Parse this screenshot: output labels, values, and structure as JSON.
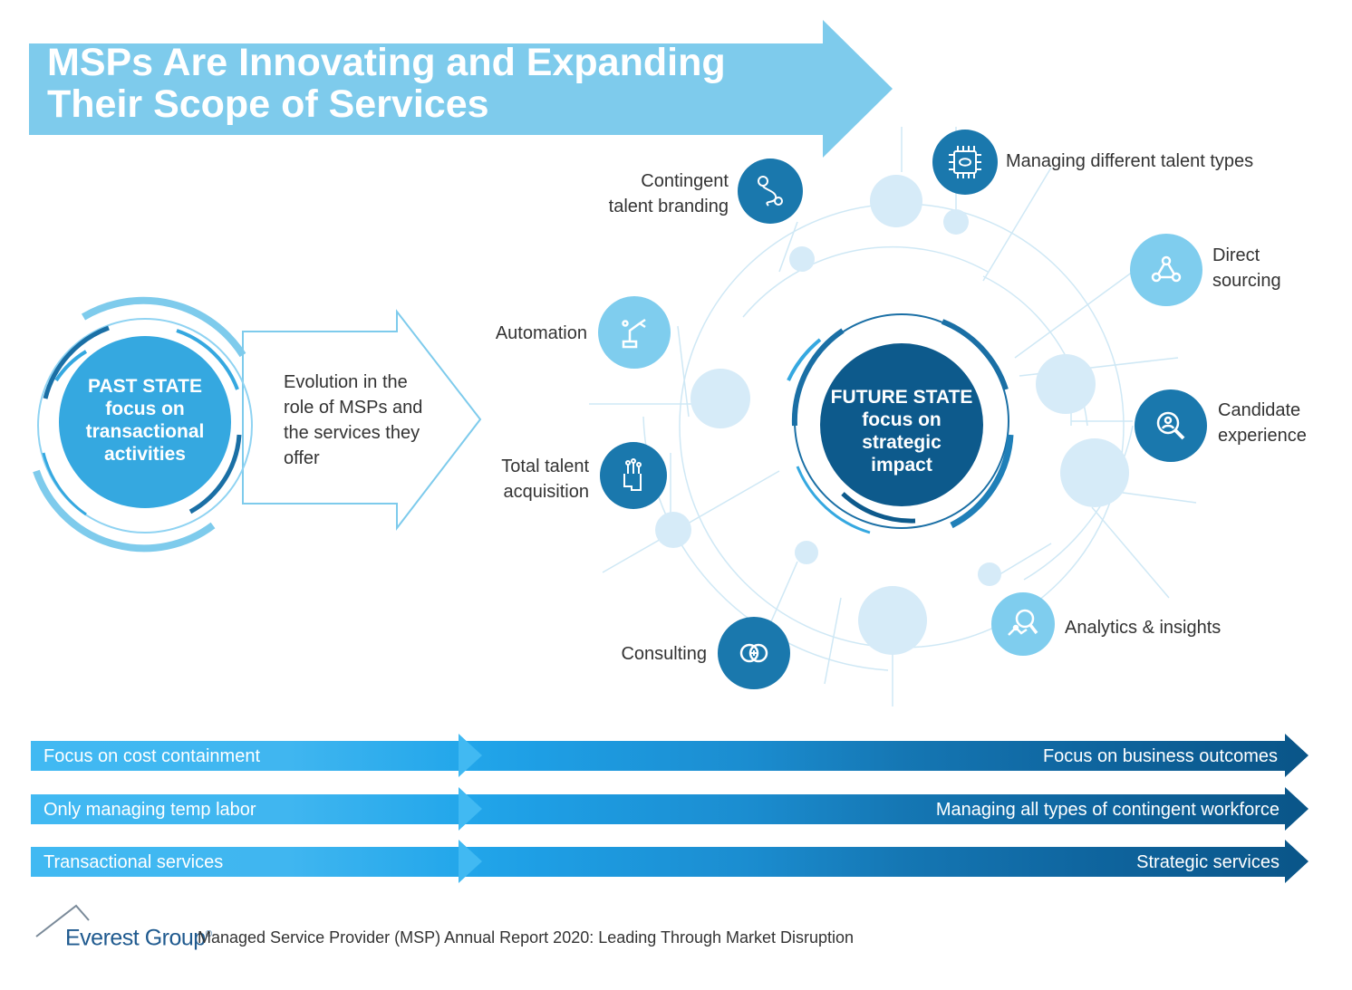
{
  "title": {
    "line1": "MSPs Are Innovating and Expanding",
    "line2": "Their Scope of Services"
  },
  "past_state": {
    "line1": "PAST STATE",
    "line2": "focus on",
    "line3": "transactional",
    "line4": "activities"
  },
  "evolution": {
    "line1": "Evolution in the",
    "line2": "role of MSPs and",
    "line3": "the services they",
    "line4": "offer"
  },
  "future_state": {
    "line1": "FUTURE STATE",
    "line2": "focus on",
    "line3": "strategic",
    "line4": "impact"
  },
  "services": [
    {
      "line1": "Contingent",
      "line2": "talent branding",
      "icon": "route-pin-icon"
    },
    {
      "line1": "Automation",
      "line2": "",
      "icon": "robot-arm-icon"
    },
    {
      "line1": "Total talent",
      "line2": "acquisition",
      "icon": "head-circuit-icon"
    },
    {
      "line1": "Consulting",
      "line2": "",
      "icon": "consulting-icon"
    },
    {
      "line1": "Managing different talent types",
      "line2": "",
      "icon": "brain-chip-icon"
    },
    {
      "line1": "Direct",
      "line2": "sourcing",
      "icon": "network-icon"
    },
    {
      "line1": "Candidate",
      "line2": "experience",
      "icon": "search-person-icon"
    },
    {
      "line1": "Analytics & insights",
      "line2": "",
      "icon": "analytics-icon"
    }
  ],
  "bars": [
    {
      "left": "Focus on cost containment",
      "right": "Focus on business outcomes"
    },
    {
      "left": "Only managing temp labor",
      "right": "Managing all types of contingent workforce"
    },
    {
      "left": "Transactional services",
      "right": "Strategic services"
    }
  ],
  "footer": {
    "brand": "Everest Group",
    "reg": "®",
    "text": "Managed Service Provider (MSP) Annual Report 2020: Leading Through Market Disruption"
  },
  "colors": {
    "title_arrow": "#7ecbec",
    "past_circle": "#35a8e0",
    "future_circle": "#0d5a8c",
    "icon_dark": "#1a78ad",
    "icon_light": "#7fcdee",
    "bubble": "#d6ebf8",
    "bar_gradient": [
      "#41b9f2",
      "#1e9ee4",
      "#1b7fc4",
      "#106aa8",
      "#0a5588"
    ]
  }
}
